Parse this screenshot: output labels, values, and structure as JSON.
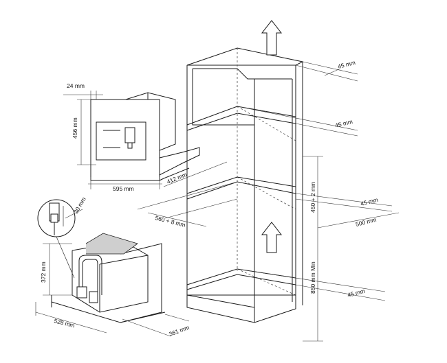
{
  "dimensions": {
    "appliance_depth_top": "24 mm",
    "appliance_height": "456 mm",
    "appliance_width": "595 mm",
    "appliance_depth": "412 mm",
    "cabinet_gap_top": "45 mm",
    "cabinet_gap_mid": "45 mm",
    "niche_height": "450 + 2 mm",
    "niche_width": "560 + 8 mm",
    "shelf_gap": "45 mm",
    "niche_depth": "500 mm",
    "floor_height": "850 mm Min",
    "bottom_gap": "45 mm",
    "connection_offset": "30 mm",
    "connection_height": "372 mm",
    "connection_width": "528 mm",
    "connection_depth": "361 mm"
  }
}
